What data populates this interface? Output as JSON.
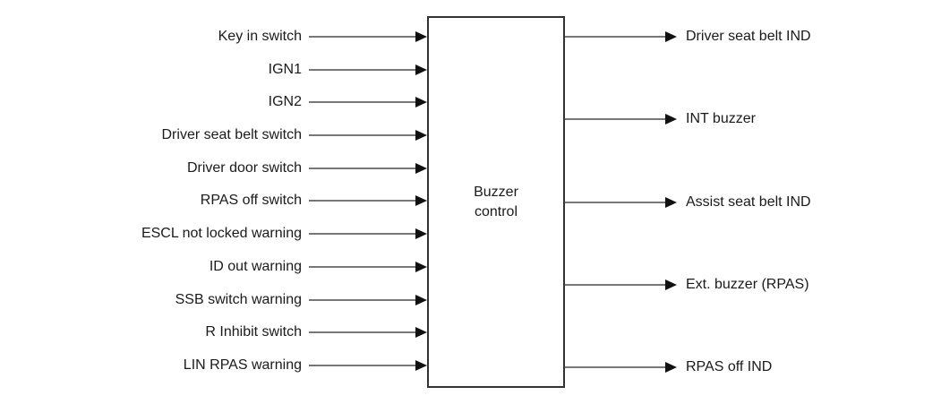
{
  "diagram": {
    "block_label": "Buzzer\ncontrol",
    "inputs": [
      "Key in switch",
      "IGN1",
      "IGN2",
      "Driver seat belt switch",
      "Driver door switch",
      "RPAS off switch",
      "ESCL not locked warning",
      "ID out warning",
      "SSB switch warning",
      "R Inhibit switch",
      "LIN RPAS warning"
    ],
    "outputs": [
      "Driver seat belt IND",
      "INT buzzer",
      "Assist seat belt IND",
      "Ext. buzzer (RPAS)",
      "RPAS off IND"
    ],
    "colors": {
      "background": "#ffffff",
      "text": "#1a1a1a",
      "box_border": "#333333",
      "line": "#777777",
      "arrowhead": "#111111"
    }
  }
}
